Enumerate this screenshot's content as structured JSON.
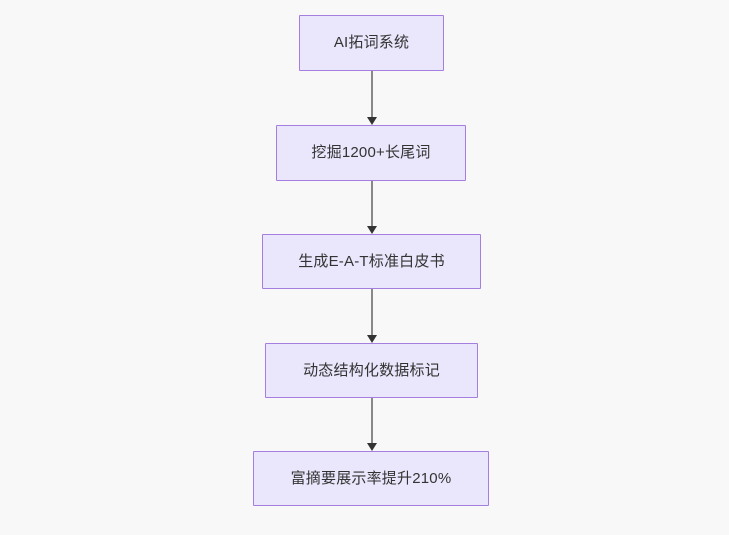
{
  "diagram": {
    "type": "flowchart",
    "orientation": "top-to-bottom",
    "background_color": "#f8f8f8",
    "node_fill_color": "#eae6fb",
    "node_border_color": "#a57fe0",
    "node_text_color": "#333333",
    "edge_line_color": "#888888",
    "edge_arrow_color": "#333333",
    "nodes": [
      {
        "id": "node-1",
        "label": "AI拓词系统"
      },
      {
        "id": "node-2",
        "label": "挖掘1200+长尾词"
      },
      {
        "id": "node-3",
        "label": "生成E-A-T标准白皮书"
      },
      {
        "id": "node-4",
        "label": "动态结构化数据标记"
      },
      {
        "id": "node-5",
        "label": "富摘要展示率提升210%"
      }
    ],
    "edges": [
      {
        "id": "edge-1",
        "from": "node-1",
        "to": "node-2"
      },
      {
        "id": "edge-2",
        "from": "node-2",
        "to": "node-3"
      },
      {
        "id": "edge-3",
        "from": "node-3",
        "to": "node-4"
      },
      {
        "id": "edge-4",
        "from": "node-4",
        "to": "node-5"
      }
    ]
  }
}
